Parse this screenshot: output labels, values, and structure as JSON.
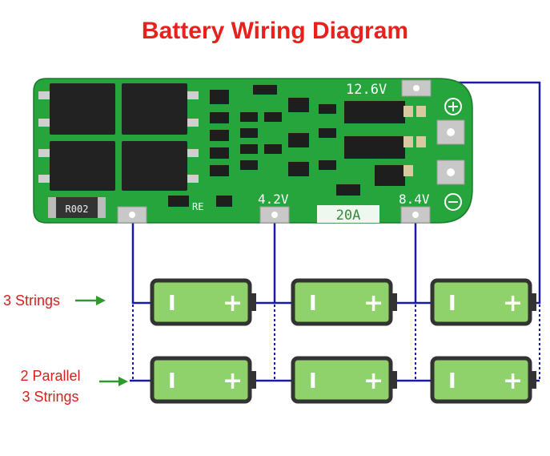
{
  "title": "Battery Wiring Diagram",
  "labels": {
    "series": "3 Strings",
    "parallel_line1": "2 Parallel",
    "parallel_line2": "3 Strings"
  },
  "board": {
    "voltage_top": "12.6V",
    "voltage_mid": "4.2V",
    "current": "20A",
    "voltage_low": "8.4V",
    "resistor_code": "R002",
    "re_mark": "RE"
  },
  "battery": {
    "neg_symbol": "I",
    "pos_symbol": "+"
  },
  "colors": {
    "title": "#e8211c",
    "label_text": "#d4211e",
    "arrow": "#2e9a2e",
    "wire": "#1a1aa8",
    "pcb": "#26a53c",
    "battery": "#8fd16b"
  }
}
